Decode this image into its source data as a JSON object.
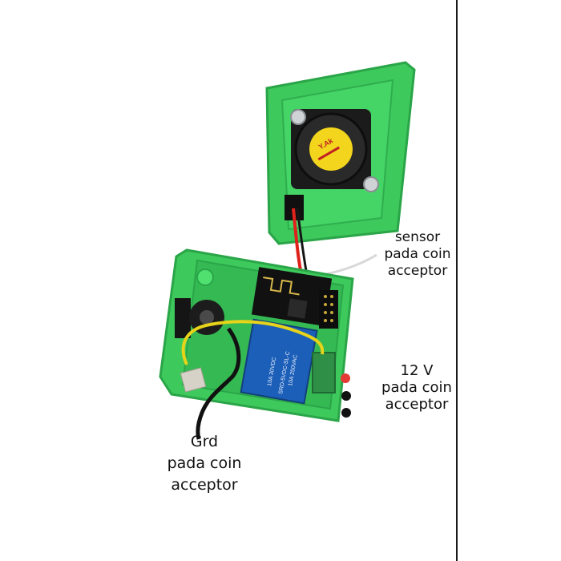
{
  "annotations": {
    "sensor": [
      "sensor",
      "pada coin",
      "acceptor"
    ],
    "power": [
      "12 V",
      "pada coin",
      "acceptor"
    ],
    "ground": [
      "Grd",
      "pada coin",
      "acceptor"
    ]
  },
  "components": {
    "fan_brand": "Y.Ak",
    "relay_text": [
      "SRD-5VDC-SL-C",
      "10A 250VAC",
      "10A 30VDC"
    ]
  },
  "colors": {
    "enclosure": "#3ec95c",
    "enclosure_dark": "#2aa548",
    "wire_red": "#e0221c",
    "wire_yellow": "#e6d31a",
    "wire_black": "#111111",
    "relay": "#1c5fb8",
    "dot_red": "#e53935",
    "dot_black": "#111111"
  }
}
